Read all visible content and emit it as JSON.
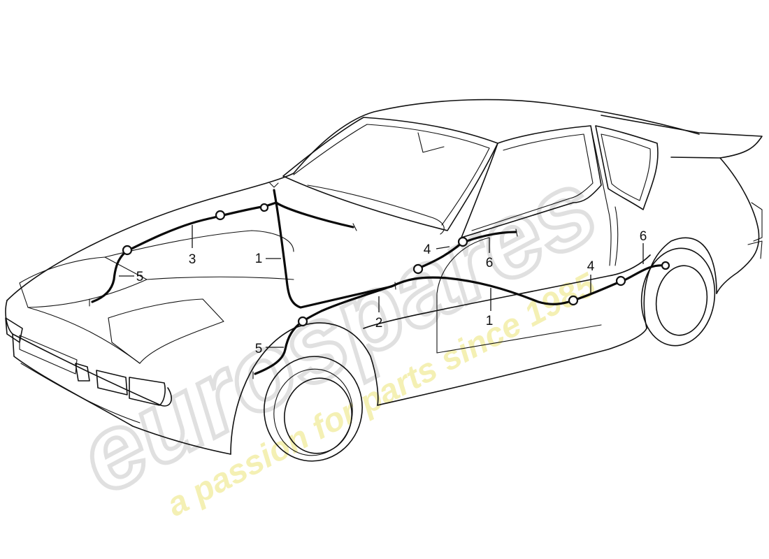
{
  "watermark": {
    "brand": "eurospares",
    "tagline": "a passion for parts since 1985",
    "brand_color": "#d9d9d9",
    "tagline_color": "#f3eea2"
  },
  "callouts": [
    {
      "id": "c1a",
      "text": "1"
    },
    {
      "id": "c1b",
      "text": "1"
    },
    {
      "id": "c2",
      "text": "2"
    },
    {
      "id": "c3",
      "text": "3"
    },
    {
      "id": "c4a",
      "text": "4"
    },
    {
      "id": "c4b",
      "text": "4"
    },
    {
      "id": "c5a",
      "text": "5"
    },
    {
      "id": "c5b",
      "text": "5"
    },
    {
      "id": "c6a",
      "text": "6"
    },
    {
      "id": "c6b",
      "text": "6"
    }
  ]
}
